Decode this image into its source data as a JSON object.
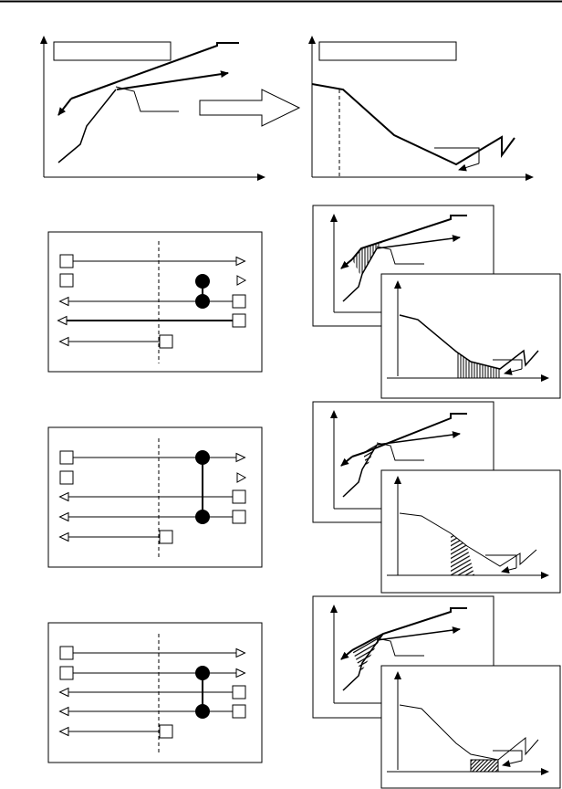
{
  "page": {
    "labels": {
      "top_left_title": "",
      "top_right_title": "",
      "top_left_callout": "",
      "top_right_callout": ""
    }
  },
  "top_diagrams": {
    "left": {
      "has_axes": true,
      "curves": [
        "upper-line-with-step",
        "lower-arrow",
        "temperature-rise-curve"
      ],
      "arrow": "to-right"
    },
    "right": {
      "has_axes": true,
      "dashed_marker": true,
      "curve": "descending-curve-with-step"
    }
  },
  "schematics": [
    {
      "id": "s1",
      "dots": 2,
      "vertical_link": "short"
    },
    {
      "id": "s2",
      "dots": 2,
      "vertical_link": "long"
    },
    {
      "id": "s3",
      "dots": 2,
      "vertical_link": "mid"
    }
  ],
  "panels": [
    {
      "id": "p1",
      "shade_style": "vertical-lines"
    },
    {
      "id": "p2",
      "shade_style": "dense-hatched"
    },
    {
      "id": "p3",
      "shade_style": "dark-block"
    }
  ]
}
